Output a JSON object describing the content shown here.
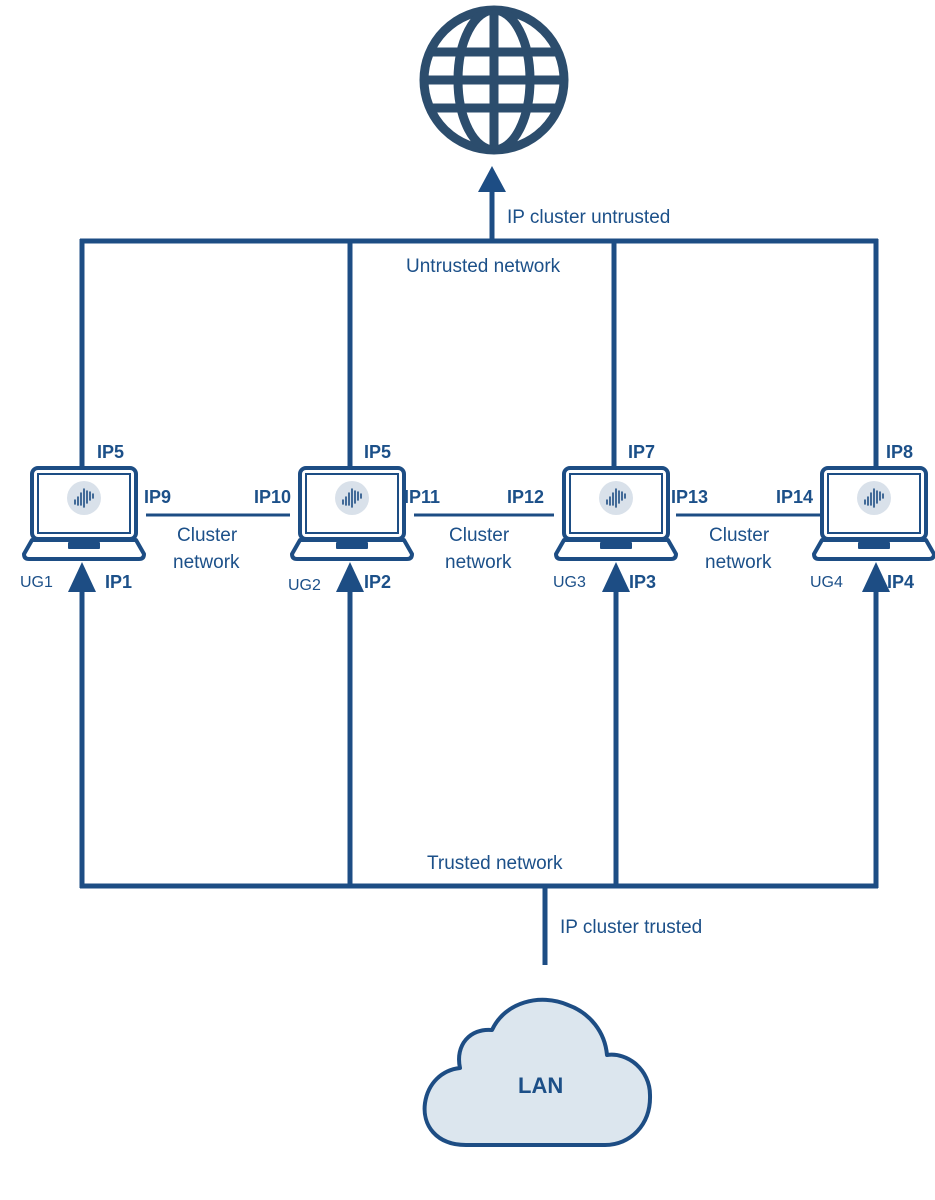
{
  "colors": {
    "line": "#1d4d84",
    "text": "#1c5089",
    "globe": "#2c4d6d",
    "cloud_fill": "#dce6ee",
    "cloud_stroke": "#1d4d84",
    "logo_bg": "#d9e1ea"
  },
  "internet": {
    "icon": "globe-icon"
  },
  "labels": {
    "ip_cluster_untrusted": "IP cluster untrusted",
    "untrusted_network": "Untrusted network",
    "trusted_network": "Trusted network",
    "ip_cluster_trusted": "IP cluster trusted"
  },
  "cluster_links": [
    {
      "left_ip": "IP9",
      "right_ip": "IP10",
      "line1": "Cluster",
      "line2": "network"
    },
    {
      "left_ip": "IP11",
      "right_ip": "IP12",
      "line1": "Cluster",
      "line2": "network"
    },
    {
      "left_ip": "IP13",
      "right_ip": "IP14",
      "line1": "Cluster",
      "line2": "network"
    }
  ],
  "devices": [
    {
      "name": "UG1",
      "top_ip": "IP5",
      "bottom_ip": "IP1",
      "icon": "laptop-icon"
    },
    {
      "name": "UG2",
      "top_ip": "IP5",
      "bottom_ip": "IP2",
      "icon": "laptop-icon"
    },
    {
      "name": "UG3",
      "top_ip": "IP7",
      "bottom_ip": "IP3",
      "icon": "laptop-icon"
    },
    {
      "name": "UG4",
      "top_ip": "IP8",
      "bottom_ip": "IP4",
      "icon": "laptop-icon"
    }
  ],
  "lan": {
    "label": "LAN",
    "icon": "cloud-icon"
  }
}
